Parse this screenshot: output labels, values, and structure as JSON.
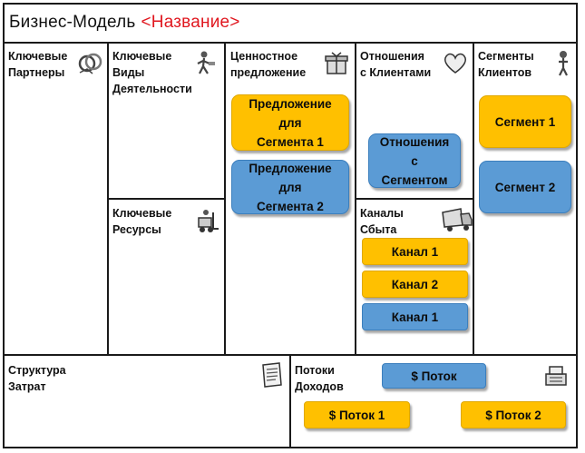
{
  "title": {
    "main": "Бизнес-Модель",
    "name": "<Название>"
  },
  "blocks": {
    "partners": "Ключевые\nПартнеры",
    "activities": "Ключевые\nВиды\nДеятельности",
    "value": "Ценностное\nпредложение",
    "relationships": "Отношения\nс Клиентами",
    "segments": "Сегменты\nКлиентов",
    "resources": "Ключевые\nРесурсы",
    "channels": "Каналы\nСбыта",
    "costs": "Структура\nЗатрат",
    "revenue": "Потоки\nДоходов"
  },
  "notes": {
    "value_1": "Предложение\nдля\nСегмента 1",
    "value_2": "Предложение\nдля\nСегмента 2",
    "relationship": "Отношения\nс\nСегментом",
    "segment_1": "Сегмент 1",
    "segment_2": "Сегмент 2",
    "channel_1": "Канал 1",
    "channel_2": "Канал 2",
    "channel_3": "Канал 1",
    "revenue_top": "$ Поток",
    "revenue_1": "$ Поток 1",
    "revenue_2": "$ Поток 2"
  },
  "colors": {
    "yellow": "#ffc000",
    "blue": "#5b9bd5",
    "title_accent": "#e0171f"
  },
  "icons": [
    "partners-rings-icon",
    "worker-icon",
    "gift-icon",
    "heart-icon",
    "person-icon",
    "forklift-icon",
    "truck-icon",
    "document-icon",
    "cash-register-icon"
  ]
}
